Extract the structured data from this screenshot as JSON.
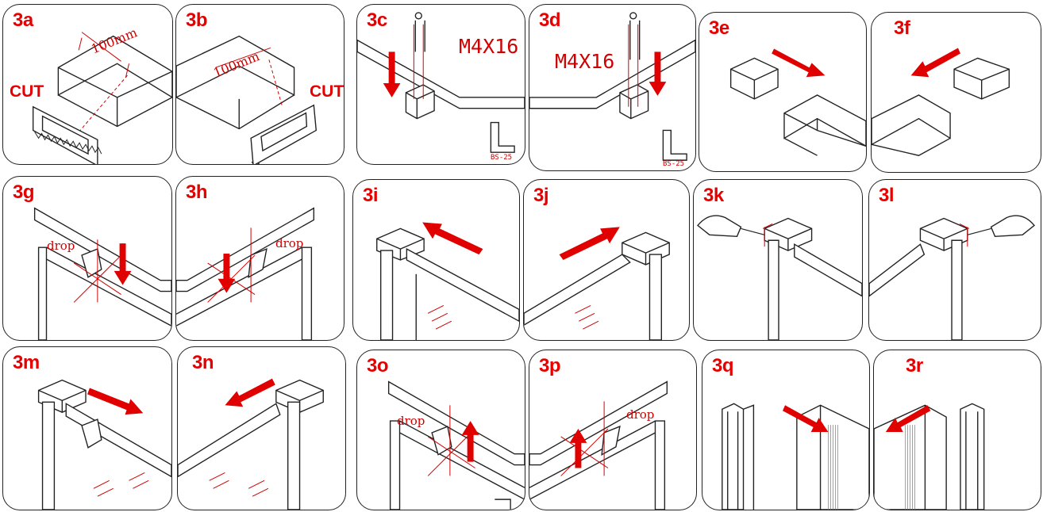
{
  "steps": [
    {
      "label": "3a",
      "cut_label": "CUT",
      "dimension": "100mm"
    },
    {
      "label": "3b",
      "cut_label": "CUT",
      "dimension": "100mm"
    },
    {
      "label": "3c",
      "screw": "M4X16",
      "profile_code": "BS-25"
    },
    {
      "label": "3d",
      "screw": "M4X16",
      "profile_code": "BS-25"
    },
    {
      "label": "3e"
    },
    {
      "label": "3f"
    },
    {
      "label": "3g",
      "action": "drop"
    },
    {
      "label": "3h",
      "action": "drop"
    },
    {
      "label": "3i"
    },
    {
      "label": "3j"
    },
    {
      "label": "3k"
    },
    {
      "label": "3l"
    },
    {
      "label": "3m"
    },
    {
      "label": "3n"
    },
    {
      "label": "3o",
      "action": "drop"
    },
    {
      "label": "3p",
      "action": "drop"
    },
    {
      "label": "3q"
    },
    {
      "label": "3r"
    }
  ],
  "colors": {
    "accent": "#e60000",
    "line": "#222222"
  }
}
